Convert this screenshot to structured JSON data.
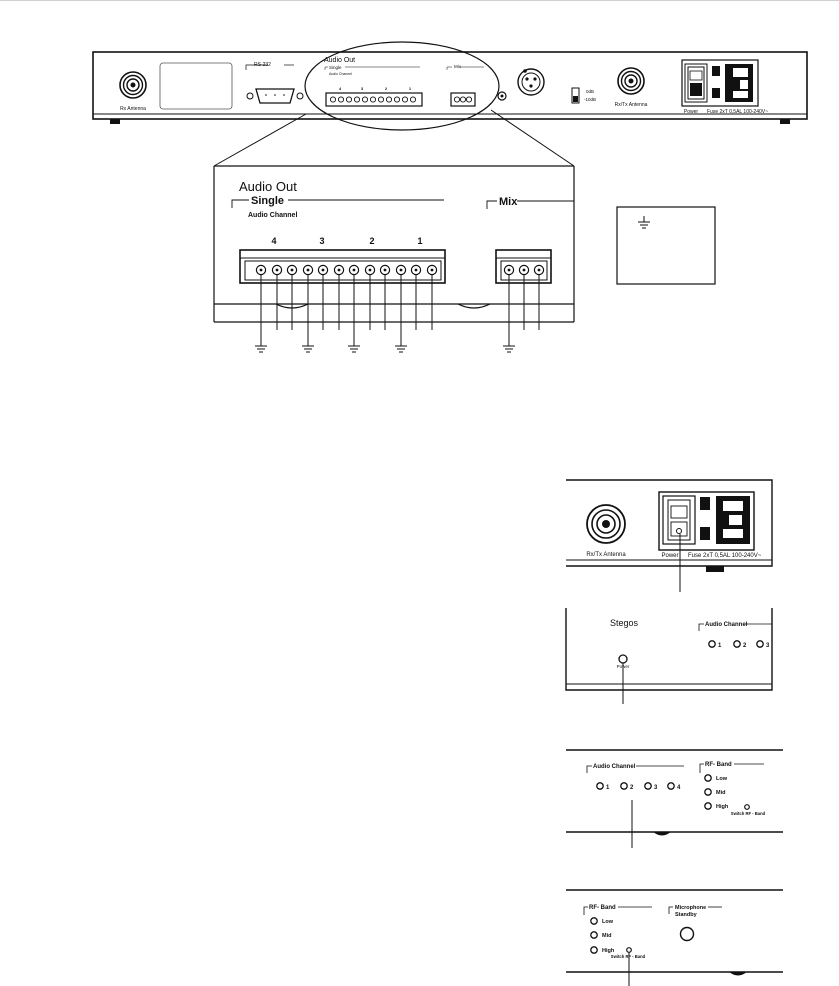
{
  "rear_panel": {
    "rx_antenna": "Rx Antenna",
    "rs232": "RS-232",
    "audio_out": "Audio Out",
    "single": "Single",
    "audio_channel": "Audio Channel",
    "channels": [
      "4",
      "3",
      "2",
      "1"
    ],
    "mix": "Mix",
    "gain_0db": "0dB",
    "gain_minus10db": "-10dB",
    "rxtx_antenna": "Rx/Tx Antenna",
    "power": "Power",
    "fuse": "Fuse 2xT 0,5AL 100-240V~"
  },
  "zoom_detail": {
    "audio_out": "Audio Out",
    "single": "Single",
    "audio_channel": "Audio Channel",
    "channels": [
      "4",
      "3",
      "2",
      "1"
    ],
    "mix": "Mix"
  },
  "power_detail": {
    "rxtx_antenna": "Rx/Tx Antenna",
    "power": "Power",
    "fuse": "Fuse 2xT 0,5AL 100-240V~"
  },
  "front_detail": {
    "brand": "Stegos",
    "power": "Power",
    "audio_channel": "Audio Channel",
    "channels": [
      "1",
      "2",
      "3"
    ]
  },
  "channel_detail": {
    "audio_channel": "Audio Channel",
    "channels": [
      "1",
      "2",
      "3",
      "4"
    ],
    "rf_band": "RF- Band",
    "bands": [
      "Low",
      "Mid",
      "High"
    ],
    "switch": "Switch RF - Band"
  },
  "rf_detail": {
    "rf_band": "RF- Band",
    "bands": [
      "Low",
      "Mid",
      "High"
    ],
    "switch": "Switch RF - Band",
    "mic_standby_line1": "Microphone",
    "mic_standby_line2": "Standby"
  }
}
